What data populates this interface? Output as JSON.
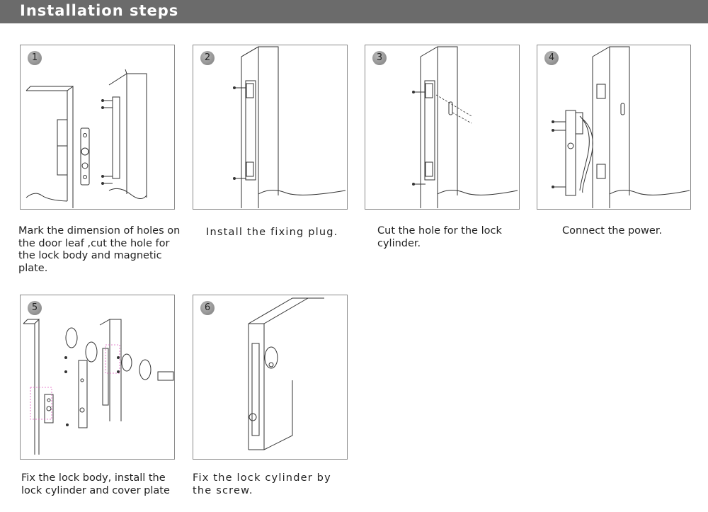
{
  "header": {
    "title": "Installation steps"
  },
  "steps": [
    {
      "number": "1",
      "caption": "Mark the dimension of holes on the door leaf ,cut the hole for the lock body and magnetic plate."
    },
    {
      "number": "2",
      "caption": "Install the fixing plug."
    },
    {
      "number": "3",
      "caption": "Cut the hole for the lock cylinder."
    },
    {
      "number": "4",
      "caption": "Connect the power."
    },
    {
      "number": "5",
      "caption": "Fix the lock body, install the lock cylinder and cover plate"
    },
    {
      "number": "6",
      "caption": "Fix the lock cylinder by the screw."
    }
  ],
  "colors": {
    "header_bg": "#6b6b6b",
    "line": "#333333",
    "guide_pink": "#e060c0"
  },
  "icons": [
    "step-number-badge-icon"
  ]
}
